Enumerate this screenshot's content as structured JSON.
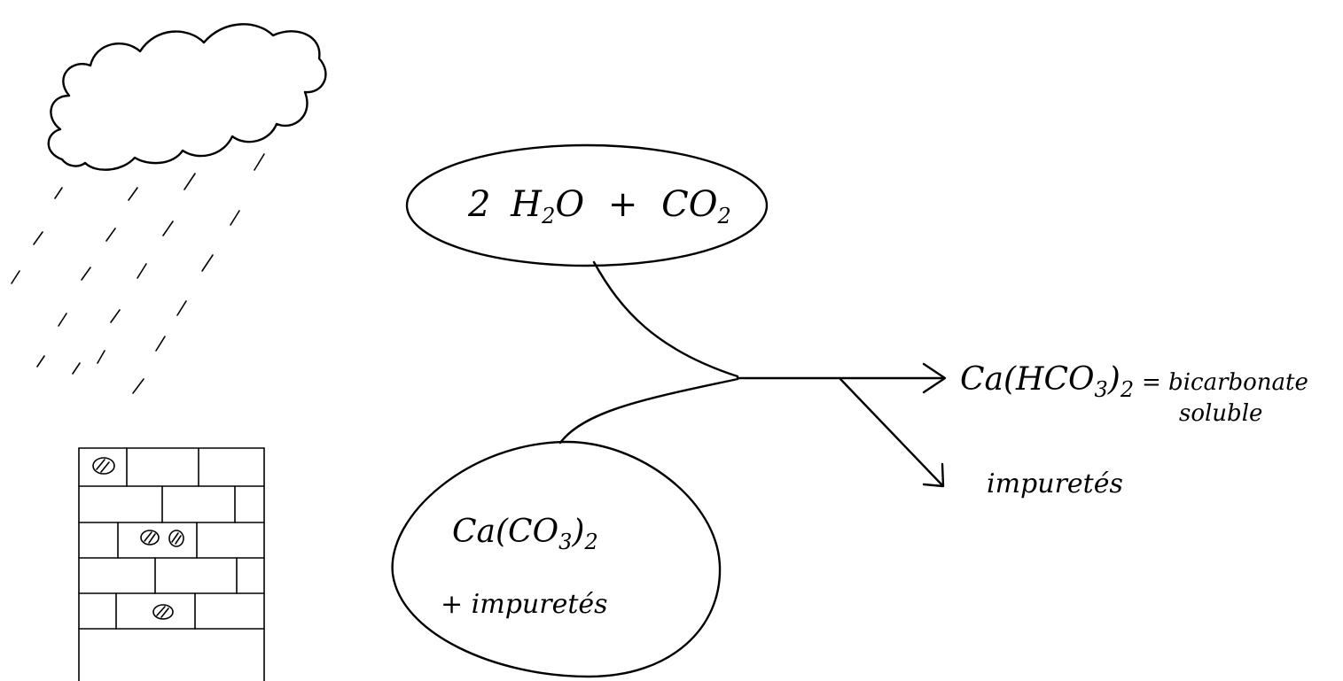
{
  "reactant_water_co2": {
    "coef": "2",
    "h": "H",
    "h_sub": "2",
    "o": "O",
    "plus": "+",
    "co": "CO",
    "co_sub": "2"
  },
  "reactant_limestone": {
    "formula_main": "Ca(CO",
    "formula_sub": "3",
    "formula_close": ")",
    "formula_outer_sub": "2",
    "impurities": "+ impuretés"
  },
  "product_bicarbonate": {
    "formula_main": "Ca(HCO",
    "formula_sub": "3",
    "formula_close": ")",
    "formula_outer_sub": "2",
    "equals_text": "= bicarbonate",
    "soluble_text": "soluble"
  },
  "product_impurities": {
    "label": "impuretés"
  },
  "colors": {
    "ink": "#000000",
    "background": "#ffffff"
  }
}
